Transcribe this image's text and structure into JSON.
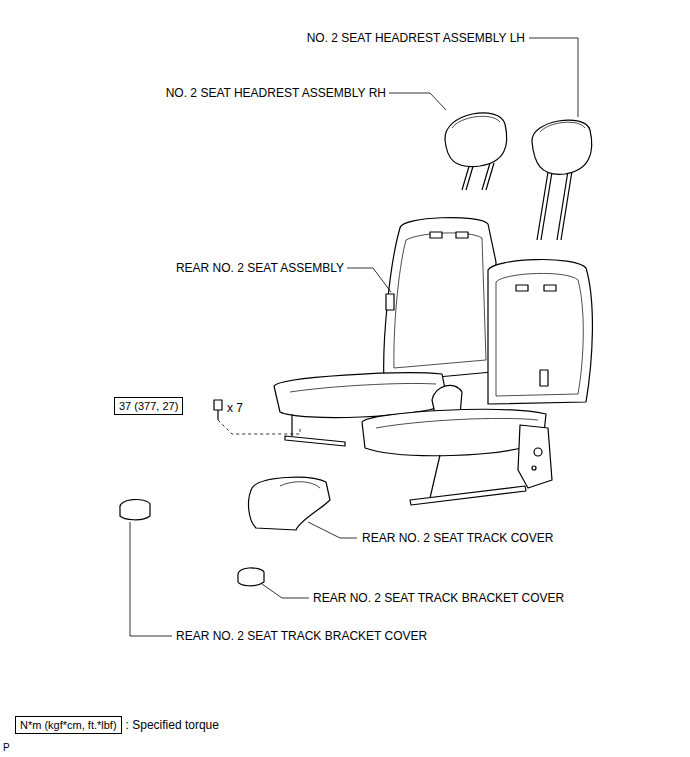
{
  "diagram": {
    "nodes": [
      {
        "text": [
          "37 (377, 27)"
        ]
      },
      {
        "text": [
          "N*m (kgf*cm, ft.*lbf)"
        ]
      }
    ],
    "labels": [
      "NO. 2 SEAT HEADREST ASSEMBLY LH",
      "NO. 2 SEAT HEADREST ASSEMBLY RH",
      "REAR NO. 2 SEAT ASSEMBLY",
      "x 7",
      "REAR NO. 2 SEAT TRACK COVER",
      "REAR NO. 2 SEAT TRACK BRACKET COVER",
      "REAR NO. 2 SEAT TRACK BRACKET COVER",
      "P"
    ],
    "legend": [
      {
        "text": ": Specified torque"
      }
    ]
  }
}
